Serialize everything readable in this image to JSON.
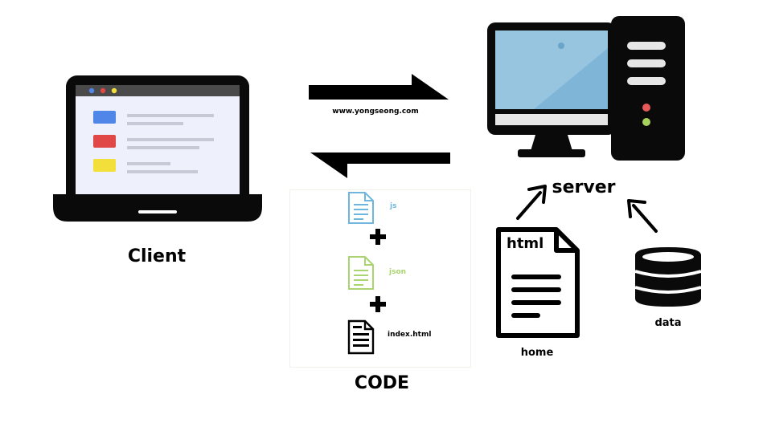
{
  "client": {
    "label": "Client"
  },
  "server": {
    "label": "server"
  },
  "request": {
    "url": "www.yongseong.com"
  },
  "code_bundle": {
    "title": "CODE",
    "files": [
      {
        "name": "js",
        "icon": "js-file-icon",
        "color": "#6fb6df"
      },
      {
        "name": "json",
        "icon": "json-file-icon",
        "color": "#a9d46f"
      },
      {
        "name": "index.html",
        "icon": "html-file-icon",
        "color": "#000000"
      }
    ]
  },
  "sources": {
    "home": {
      "label": "home",
      "doc_title": "html"
    },
    "data": {
      "label": "data"
    }
  },
  "colors": {
    "screen": "#7fb6d8",
    "screen_light": "#a7cfe6",
    "laptop_screen": "#eef0fb",
    "red": "#e04848",
    "blue": "#4f86e8",
    "yellow": "#f2df3a",
    "green_led": "#a6d15a",
    "red_led": "#e85a5a"
  }
}
